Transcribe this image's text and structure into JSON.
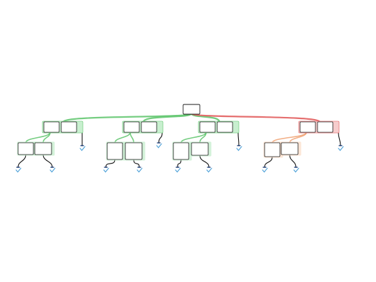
{
  "diagram": {
    "colors": {
      "background": "#ffffff",
      "box_fill": "#ffffff",
      "box_border": "#1a1a1a",
      "green": "#5cc46a",
      "green_light": "#c8efcf",
      "red": "#e05555",
      "red_light": "#f6cccc",
      "orange": "#f0a070",
      "orange_light": "#fbe0cc",
      "connector": "#111111",
      "check": "#4aa0d8",
      "url": "#8a8a8a",
      "tag": "#1f3f7a"
    },
    "root": {
      "id": "root",
      "color": "neutral",
      "text": [
        "",
        "",
        "",
        ""
      ]
    },
    "branches": [
      {
        "id": "b1",
        "color": "green",
        "cards": [
          [
            "",
            "",
            "",
            ""
          ],
          [
            "",
            "",
            "",
            ""
          ]
        ]
      },
      {
        "id": "b2",
        "color": "green",
        "cards": [
          [
            "",
            "",
            "",
            ""
          ],
          [
            "",
            "",
            "",
            ""
          ]
        ]
      },
      {
        "id": "b3",
        "color": "green",
        "cards": [
          [
            "",
            "",
            "",
            ""
          ],
          [
            "",
            "",
            "",
            ""
          ]
        ]
      },
      {
        "id": "b4",
        "color": "red",
        "cards": [
          [
            "",
            "",
            "",
            ""
          ],
          [
            "",
            "",
            "",
            ""
          ]
        ]
      }
    ],
    "subnodes": [
      {
        "id": "s1",
        "parent": "b1",
        "color": "green",
        "text": [
          "",
          "",
          "",
          ""
        ]
      },
      {
        "id": "s2",
        "parent": "b1",
        "color": "green",
        "text": [
          "",
          "",
          "",
          ""
        ]
      },
      {
        "id": "s3",
        "parent": "b2",
        "color": "green",
        "text": [
          "",
          "",
          "",
          ""
        ]
      },
      {
        "id": "s4",
        "parent": "b2",
        "color": "green",
        "text": [
          "",
          "",
          "",
          ""
        ]
      },
      {
        "id": "s5",
        "parent": "b3",
        "color": "green",
        "text": [
          "",
          "",
          "",
          ""
        ]
      },
      {
        "id": "s6",
        "parent": "b3",
        "color": "green",
        "text": [
          "",
          "",
          "",
          ""
        ]
      },
      {
        "id": "s7",
        "parent": "b4",
        "color": "orange",
        "text": [
          "",
          "",
          "",
          ""
        ]
      },
      {
        "id": "s8",
        "parent": "b4",
        "color": "orange",
        "text": [
          "",
          "",
          "",
          ""
        ]
      }
    ],
    "leaves": [
      {
        "id": "l1",
        "parent": "s1",
        "url": ""
      },
      {
        "id": "l2",
        "parent": "s2",
        "url": ""
      },
      {
        "id": "l3",
        "parent": "b1",
        "url": ""
      },
      {
        "id": "l4",
        "parent": "s3",
        "url": ""
      },
      {
        "id": "l5",
        "parent": "s4",
        "url": ""
      },
      {
        "id": "l6",
        "parent": "b2",
        "url": "",
        "tag": ""
      },
      {
        "id": "l7",
        "parent": "s5",
        "url": ""
      },
      {
        "id": "l8",
        "parent": "s6",
        "url": ""
      },
      {
        "id": "l9",
        "parent": "b3",
        "url": ""
      },
      {
        "id": "l10",
        "parent": "s7",
        "url": ""
      },
      {
        "id": "l11",
        "parent": "s8",
        "url": ""
      },
      {
        "id": "l12",
        "parent": "b4",
        "url": ""
      }
    ]
  }
}
